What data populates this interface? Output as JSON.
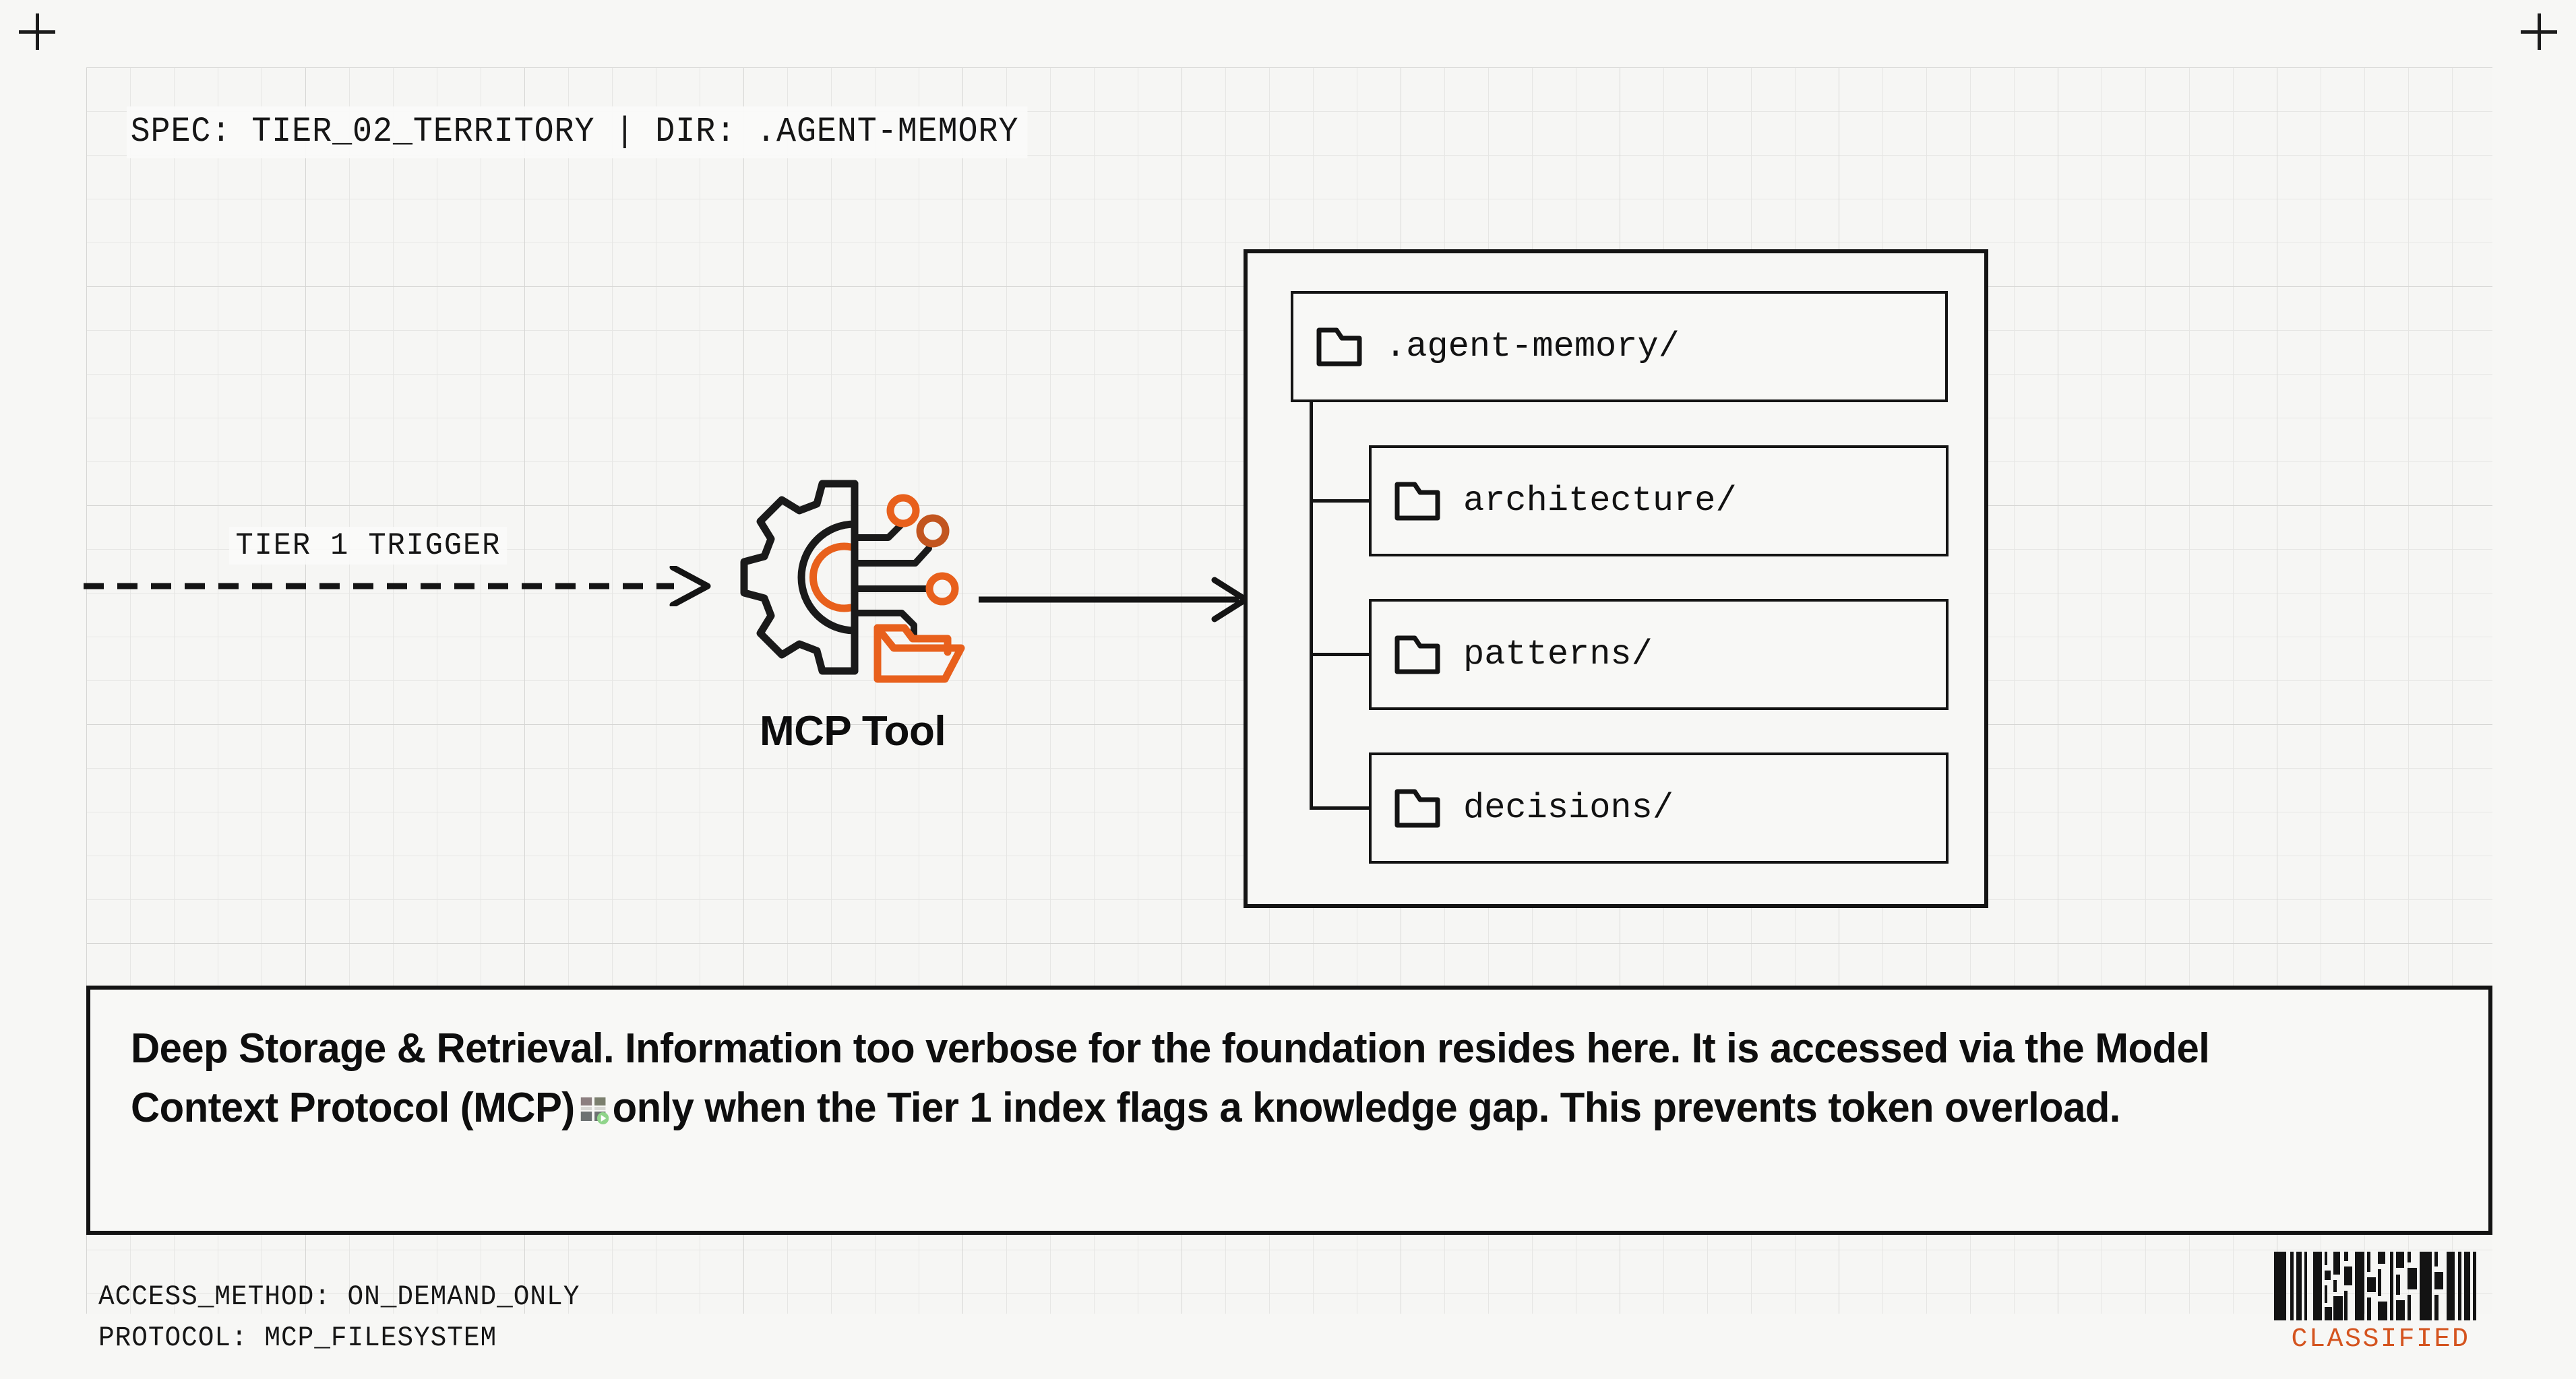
{
  "page": {
    "background_color": "#f7f7f5",
    "grid_line_color": "#d6d6d4",
    "accent_color": "#e8601c",
    "ink_color": "#141414"
  },
  "markers": {
    "top_left": "crosshair",
    "top_right": "crosshair"
  },
  "header": {
    "spec_line": "SPEC: TIER_02_TERRITORY | DIR: .AGENT-MEMORY"
  },
  "flow": {
    "trigger_label": "TIER 1 TRIGGER",
    "trigger_arrow_style": "dashed",
    "output_arrow_style": "solid"
  },
  "mcp_node": {
    "label": "MCP Tool",
    "icon": "gear-circuit-folder-icon",
    "icon_colors": {
      "outline": "#1a1a1a",
      "accent": "#e8601c"
    }
  },
  "tree": {
    "rows": [
      {
        "icon": "folder-icon",
        "label": ".agent-memory/",
        "level": 0
      },
      {
        "icon": "folder-icon",
        "label": "architecture/",
        "level": 1
      },
      {
        "icon": "folder-icon",
        "label": "patterns/",
        "level": 1
      },
      {
        "icon": "folder-icon",
        "label": "decisions/",
        "level": 1
      }
    ]
  },
  "description": {
    "part_1": "Deep Storage & Retrieval. Information too verbose for the foundation resides here. It is accessed via the Model Context Protocol (MCP)",
    "emoji": "card-index-dividers-emoji",
    "part_2": "only when the Tier 1 index flags a knowledge gap. This prevents token overload."
  },
  "footer": {
    "line_1": "ACCESS_METHOD: ON_DEMAND_ONLY",
    "line_2": "PROTOCOL: MCP_FILESYSTEM"
  },
  "badge": {
    "barcode": "barcode-glyph",
    "label": "CLASSIFIED",
    "label_color": "#d4541f"
  }
}
